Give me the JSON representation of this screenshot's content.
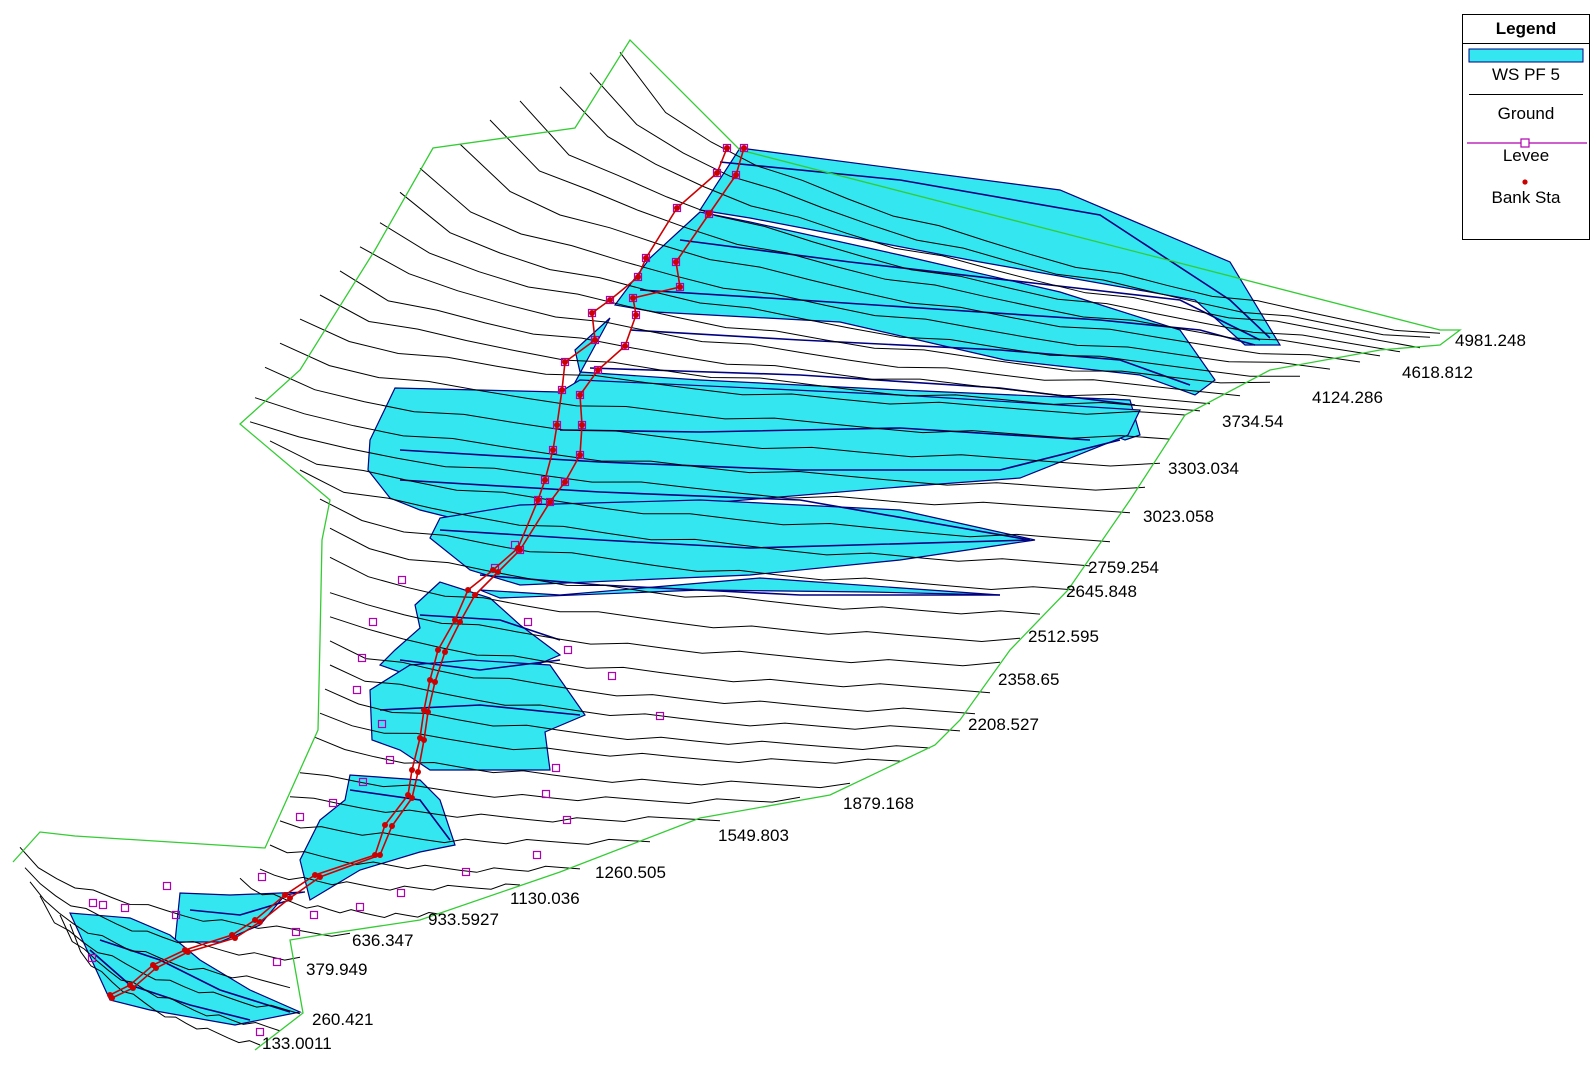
{
  "legend": {
    "title": "Legend",
    "items": [
      {
        "label": "WS PF 5",
        "color": "#00ffff"
      },
      {
        "label": "Ground",
        "color": "#000000"
      },
      {
        "label": "Levee",
        "color": "#b000b0"
      },
      {
        "label": "Bank Sta",
        "color": "#cc0000"
      }
    ]
  },
  "stations": [
    "4981.248",
    "4618.812",
    "4124.286",
    "3734.54",
    "3303.034",
    "3023.058",
    "2759.254",
    "2645.848",
    "2512.595",
    "2358.65",
    "2208.527",
    "1879.168",
    "1549.803",
    "1260.505",
    "1130.036",
    "933.5927",
    "636.347",
    "379.949",
    "260.421",
    "133.0011"
  ],
  "colors": {
    "water": "#33e6f0",
    "water_edge": "#000080",
    "ground": "#000000",
    "boundary": "#33cc33",
    "levee": "#b000b0",
    "bank": "#cc0000"
  }
}
